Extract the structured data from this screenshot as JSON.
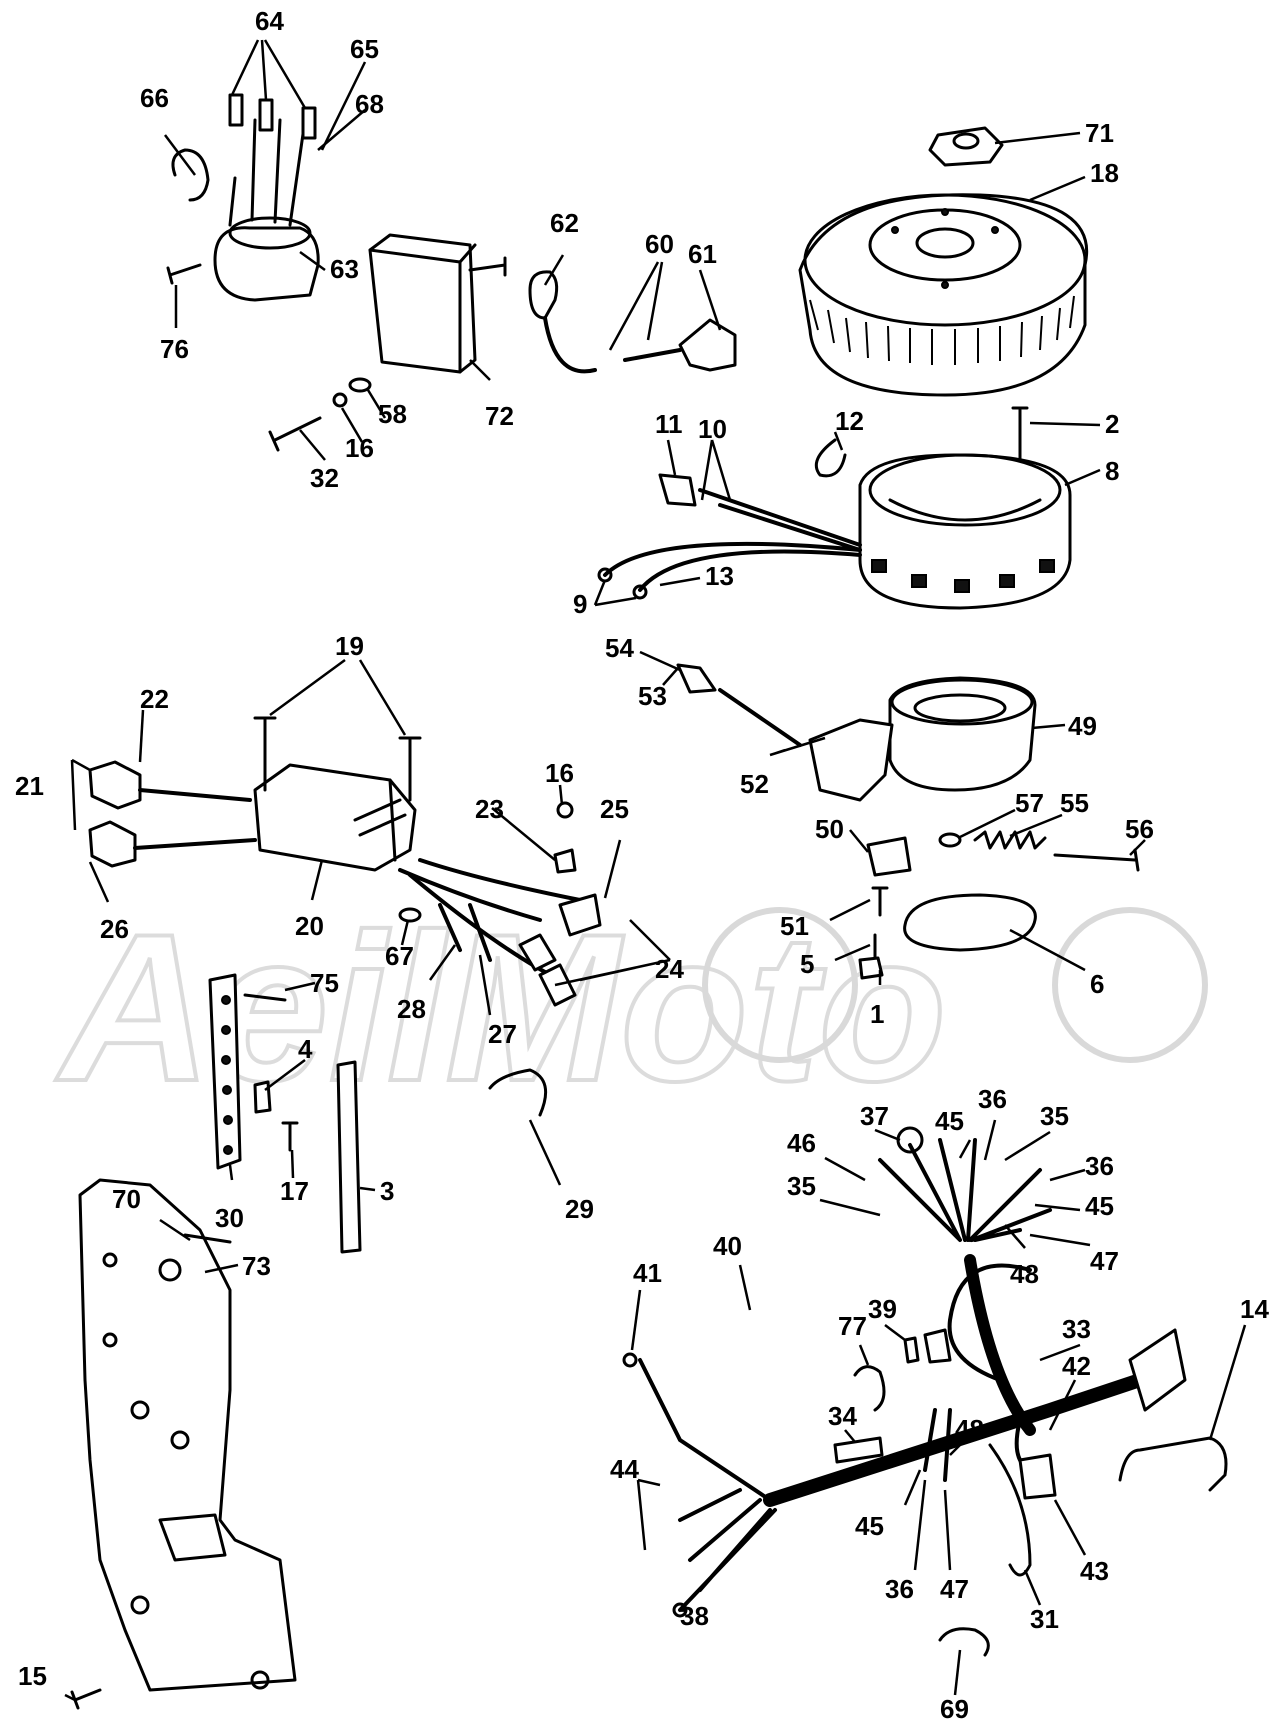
{
  "watermark": {
    "text": "AeilMoto"
  },
  "callouts": [
    {
      "id": "c64",
      "text": "64"
    },
    {
      "id": "c65",
      "text": "65"
    },
    {
      "id": "c66",
      "text": "66"
    },
    {
      "id": "c68",
      "text": "68"
    },
    {
      "id": "c63",
      "text": "63"
    },
    {
      "id": "c76",
      "text": "76"
    },
    {
      "id": "c62",
      "text": "62"
    },
    {
      "id": "c60",
      "text": "60"
    },
    {
      "id": "c61",
      "text": "61"
    },
    {
      "id": "c71",
      "text": "71"
    },
    {
      "id": "c18",
      "text": "18"
    },
    {
      "id": "c72",
      "text": "72"
    },
    {
      "id": "c58",
      "text": "58"
    },
    {
      "id": "c16a",
      "text": "16"
    },
    {
      "id": "c32",
      "text": "32"
    },
    {
      "id": "c11",
      "text": "11"
    },
    {
      "id": "c10",
      "text": "10"
    },
    {
      "id": "c12",
      "text": "12"
    },
    {
      "id": "c2",
      "text": "2"
    },
    {
      "id": "c8",
      "text": "8"
    },
    {
      "id": "c13",
      "text": "13"
    },
    {
      "id": "c9",
      "text": "9"
    },
    {
      "id": "c19",
      "text": "19"
    },
    {
      "id": "c22",
      "text": "22"
    },
    {
      "id": "c21",
      "text": "21"
    },
    {
      "id": "c26",
      "text": "26"
    },
    {
      "id": "c20",
      "text": "20"
    },
    {
      "id": "c23",
      "text": "23"
    },
    {
      "id": "c16b",
      "text": "16"
    },
    {
      "id": "c25",
      "text": "25"
    },
    {
      "id": "c67",
      "text": "67"
    },
    {
      "id": "c24",
      "text": "24"
    },
    {
      "id": "c28",
      "text": "28"
    },
    {
      "id": "c27",
      "text": "27"
    },
    {
      "id": "c54",
      "text": "54"
    },
    {
      "id": "c53",
      "text": "53"
    },
    {
      "id": "c52",
      "text": "52"
    },
    {
      "id": "c49",
      "text": "49"
    },
    {
      "id": "c50",
      "text": "50"
    },
    {
      "id": "c57",
      "text": "57"
    },
    {
      "id": "c55",
      "text": "55"
    },
    {
      "id": "c56",
      "text": "56"
    },
    {
      "id": "c51",
      "text": "51"
    },
    {
      "id": "c5",
      "text": "5"
    },
    {
      "id": "c1",
      "text": "1"
    },
    {
      "id": "c6",
      "text": "6"
    },
    {
      "id": "c75",
      "text": "75"
    },
    {
      "id": "c4",
      "text": "4"
    },
    {
      "id": "c17",
      "text": "17"
    },
    {
      "id": "c3",
      "text": "3"
    },
    {
      "id": "c30",
      "text": "30"
    },
    {
      "id": "c70",
      "text": "70"
    },
    {
      "id": "c73",
      "text": "73"
    },
    {
      "id": "c29",
      "text": "29"
    },
    {
      "id": "c15",
      "text": "15"
    },
    {
      "id": "c37",
      "text": "37"
    },
    {
      "id": "c36a",
      "text": "36"
    },
    {
      "id": "c45a",
      "text": "45"
    },
    {
      "id": "c35a",
      "text": "35"
    },
    {
      "id": "c46",
      "text": "46"
    },
    {
      "id": "c36b",
      "text": "36"
    },
    {
      "id": "c35b",
      "text": "35"
    },
    {
      "id": "c45b",
      "text": "45"
    },
    {
      "id": "c47a",
      "text": "47"
    },
    {
      "id": "c48a",
      "text": "48"
    },
    {
      "id": "c40",
      "text": "40"
    },
    {
      "id": "c41",
      "text": "41"
    },
    {
      "id": "c77",
      "text": "77"
    },
    {
      "id": "c39",
      "text": "39"
    },
    {
      "id": "c33",
      "text": "33"
    },
    {
      "id": "c34",
      "text": "34"
    },
    {
      "id": "c48b",
      "text": "48"
    },
    {
      "id": "c42",
      "text": "42"
    },
    {
      "id": "c14",
      "text": "14"
    },
    {
      "id": "c44",
      "text": "44"
    },
    {
      "id": "c45c",
      "text": "45"
    },
    {
      "id": "c36c",
      "text": "36"
    },
    {
      "id": "c47b",
      "text": "47"
    },
    {
      "id": "c43",
      "text": "43"
    },
    {
      "id": "c38",
      "text": "38"
    },
    {
      "id": "c31",
      "text": "31"
    },
    {
      "id": "c69",
      "text": "69"
    }
  ]
}
